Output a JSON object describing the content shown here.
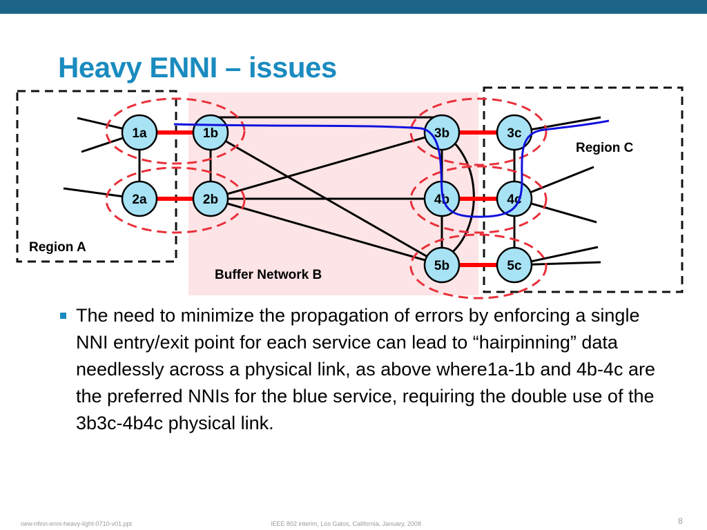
{
  "slide": {
    "title": "Heavy ENNI – issues",
    "bullet": "The need to minimize the propagation of errors by enforcing a single NNI entry/exit point for each service can lead to “hairpinning” data needlessly across a physical link, as above where1a-1b and 4b-4c are the preferred NNIs for the blue service, requiring the double use of the 3b3c-4b4c physical link.",
    "footer_left": "new-nfinn-enni-heavy-light-0710-v01.ppt",
    "footer_center": "IEEE 802 interim, Los Gatos, California, January, 2008",
    "page_number": "8"
  },
  "diagram": {
    "regions": {
      "region_a": "Region A",
      "buffer_network_b": "Buffer Network B",
      "region_c": "Region C"
    },
    "nodes": [
      "1a",
      "1b",
      "2a",
      "2b",
      "3b",
      "3c",
      "4b",
      "4c",
      "5b",
      "5c"
    ],
    "nni_links": [
      [
        "1a",
        "1b"
      ],
      [
        "2a",
        "2b"
      ],
      [
        "3b",
        "3c"
      ],
      [
        "4b",
        "4c"
      ],
      [
        "5b",
        "5c"
      ]
    ],
    "colors": {
      "node_fill": "#a8e2f5",
      "nni_link": "#ff0000",
      "nni_ellipse": "#e8303a",
      "buffer_fill": "#fde4e6",
      "service_path": "#1010dd",
      "title": "#1a8bbf",
      "topbar": "#1b6488"
    }
  }
}
